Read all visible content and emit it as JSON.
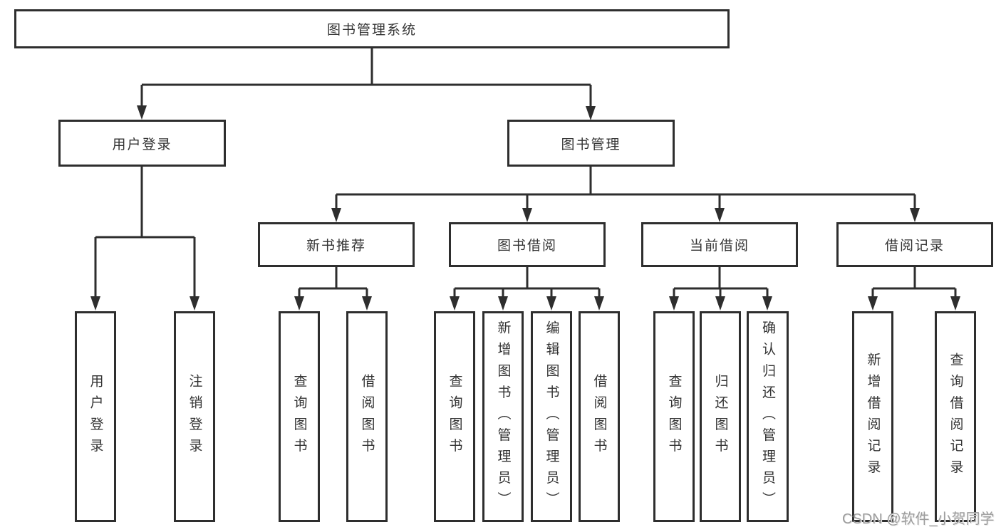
{
  "tree": {
    "label": "图书管理系统",
    "children": [
      {
        "label": "用户登录",
        "children": [
          {
            "label": "用户登录"
          },
          {
            "label": "注销登录"
          }
        ]
      },
      {
        "label": "图书管理",
        "children": [
          {
            "label": "新书推荐",
            "children": [
              {
                "label": "查询图书"
              },
              {
                "label": "借阅图书"
              }
            ]
          },
          {
            "label": "图书借阅",
            "children": [
              {
                "label": "查询图书"
              },
              {
                "label": "新增图书（管理员）"
              },
              {
                "label": "编辑图书（管理员）"
              },
              {
                "label": "借阅图书"
              }
            ]
          },
          {
            "label": "当前借阅",
            "children": [
              {
                "label": "查询图书"
              },
              {
                "label": "归还图书"
              },
              {
                "label": "确认归还（管理员）"
              }
            ]
          },
          {
            "label": "借阅记录",
            "children": [
              {
                "label": "新增借阅记录"
              },
              {
                "label": "查询借阅记录"
              }
            ]
          }
        ]
      }
    ]
  },
  "watermark": {
    "text": "CSDN @软件_小贺同学"
  },
  "colors": {
    "line": "#2e2e2e",
    "text": "#333333",
    "watermark": "#9c9c9c",
    "background": "#ffffff"
  }
}
